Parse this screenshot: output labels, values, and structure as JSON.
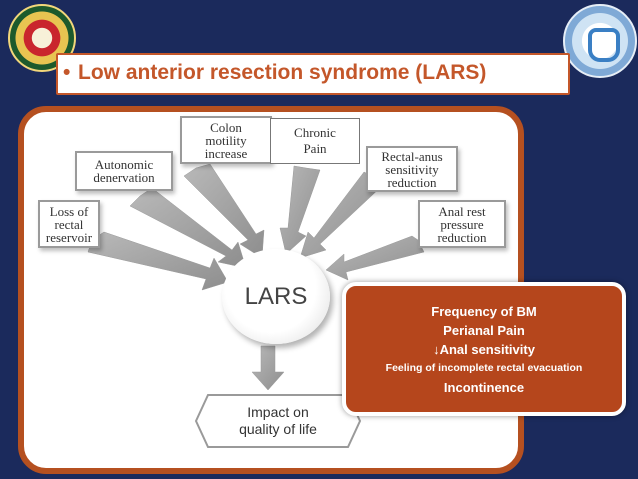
{
  "slide": {
    "title_bullet": "•",
    "title": "Low anterior resection syndrome (LARS)",
    "colors": {
      "background": "#1b2a5c",
      "accent": "#c4572a",
      "info_box": "#b5461c"
    }
  },
  "diagram": {
    "center": "LARS",
    "causes": [
      {
        "id": "loss",
        "label": "Loss of\nrectal\nreservoir"
      },
      {
        "id": "autonomic",
        "label": "Autonomic\ndenervation"
      },
      {
        "id": "colon",
        "label": "Colon\nmotility\nincrease"
      },
      {
        "id": "rectal",
        "label": "Rectal-anus\nsensitivity\nreduction"
      },
      {
        "id": "anal",
        "label": "Anal rest\npressure\nreduction"
      }
    ],
    "chronic_pain": "Chronic\nPain",
    "outcome": "Impact on\nquality of life"
  },
  "info_box": {
    "lines": [
      "Frequency of BM",
      "Perianal Pain",
      "↓Anal sensitivity",
      "Feeling of incomplete rectal evacuation",
      "Incontinence"
    ]
  }
}
